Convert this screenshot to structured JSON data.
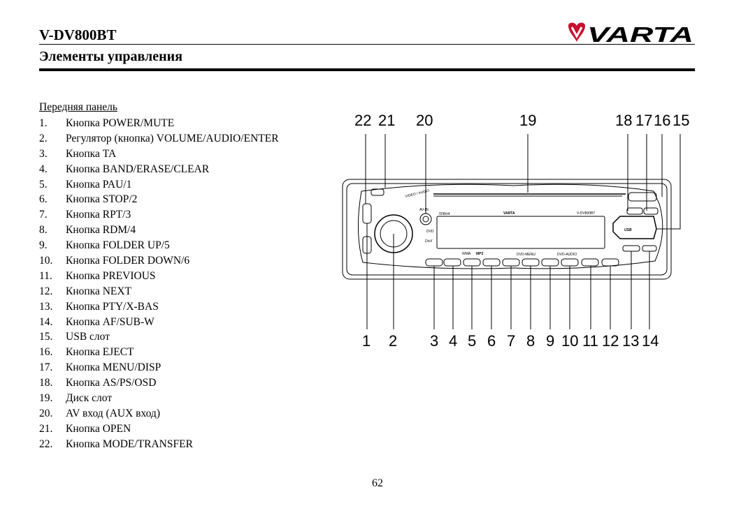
{
  "header": {
    "model": "V-DV800BT",
    "brand": "VARTA",
    "section_title": "Элементы управления"
  },
  "front_panel": {
    "subtitle": "Передняя панель",
    "items": [
      {
        "num": "1.",
        "label": "Кнопка POWER/MUTE"
      },
      {
        "num": "2.",
        "label": "Регулятор (кнопка) VOLUME/AUDIO/ENTER"
      },
      {
        "num": "3.",
        "label": "Кнопка TA"
      },
      {
        "num": "4.",
        "label": "Кнопка BAND/ERASE/CLEAR"
      },
      {
        "num": "5.",
        "label": "Кнопка PAU/1"
      },
      {
        "num": "6.",
        "label": "Кнопка STOP/2"
      },
      {
        "num": "7.",
        "label": "Кнопка RPT/3"
      },
      {
        "num": "8.",
        "label": "Кнопка RDM/4"
      },
      {
        "num": "9.",
        "label": "Кнопка FOLDER UP/5"
      },
      {
        "num": "10.",
        "label": "Кнопка FOLDER DOWN/6"
      },
      {
        "num": "11.",
        "label": "Кнопка PREVIOUS"
      },
      {
        "num": "12.",
        "label": "Кнопка NEXT"
      },
      {
        "num": "13.",
        "label": "Кнопка PTY/X-BAS"
      },
      {
        "num": "14.",
        "label": "Кнопка AF/SUB-W"
      },
      {
        "num": "15.",
        "label": "USB слот"
      },
      {
        "num": "16.",
        "label": "Кнопка EJECT"
      },
      {
        "num": "17.",
        "label": "Кнопка MENU/DISP"
      },
      {
        "num": "18.",
        "label": "Кнопка AS/PS/OSD"
      },
      {
        "num": "19.",
        "label": "Диск слот"
      },
      {
        "num": "20.",
        "label": "AV вход (AUX вход)"
      },
      {
        "num": "21.",
        "label": "Кнопка OPEN"
      },
      {
        "num": "22.",
        "label": "Кнопка MODE/TRANSFER"
      }
    ]
  },
  "diagram": {
    "top_callouts": [
      "22",
      "21",
      "20",
      "19",
      "18",
      "17",
      "16",
      "15"
    ],
    "bottom_callouts": [
      "1",
      "2",
      "3",
      "4",
      "5",
      "6",
      "7",
      "8",
      "9",
      "10",
      "11",
      "12",
      "13",
      "14"
    ],
    "device_labels": {
      "brand": "VARTA",
      "model": "V-DV800BT",
      "power": "50Wx4",
      "aux": "AV-IN",
      "usb": "USB",
      "dvd_menu": "DVD-MENU",
      "dvd_audio": "DVD-AUDIO",
      "mp3": "MP3",
      "dvd": "DVD",
      "divx": "DivX",
      "wma": "WMA"
    }
  },
  "page_number": "62"
}
